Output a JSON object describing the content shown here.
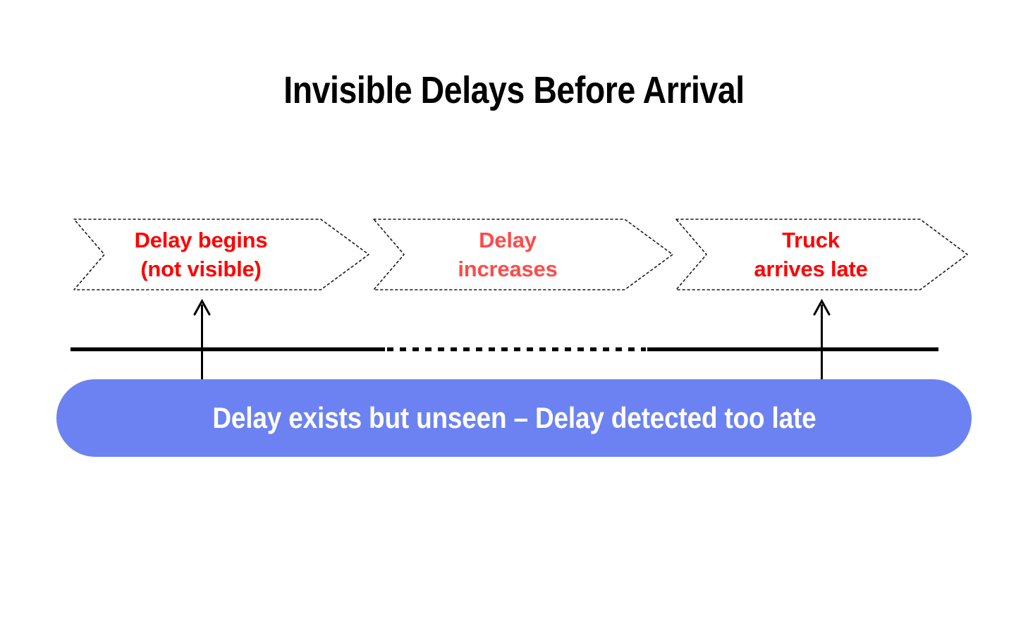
{
  "page": {
    "title": "Invisible Delays Before Arrival",
    "background_color": "#ffffff"
  },
  "stages": [
    {
      "id": "stage-1",
      "line1": "Delay begins",
      "line2": "(not visible)",
      "text": "Delay begins\n(not visible)",
      "text_color": "#ff0000",
      "fill_color": "#ffffff",
      "border_style": "dotted",
      "border_color": "#000000"
    },
    {
      "id": "stage-2",
      "line1": "Delay",
      "line2": "increases",
      "text": "Delay\nincreases",
      "text_color": "#ff4a4a",
      "fill_color": "#ffffff",
      "border_style": "dotted",
      "border_color": "#000000"
    },
    {
      "id": "stage-3",
      "line1": "Truck",
      "line2": "arrives late",
      "text": "Truck\narrives late",
      "text_color": "#ff0000",
      "fill_color": "#ffffff",
      "border_style": "dotted",
      "border_color": "#000000"
    }
  ],
  "timeline": {
    "color": "#000000",
    "segments": [
      {
        "id": "solid-left",
        "style": "solid"
      },
      {
        "id": "dotted-middle",
        "style": "dotted"
      },
      {
        "id": "solid-right",
        "style": "solid"
      }
    ],
    "markers": [
      {
        "id": "marker-delay-begins",
        "points_to": "stage-1"
      },
      {
        "id": "marker-truck-arrives-late",
        "points_to": "stage-3"
      }
    ]
  },
  "banner": {
    "text": "Delay exists but unseen – Delay detected too late",
    "background_color": "#6c82f2",
    "text_color": "#ffffff"
  }
}
